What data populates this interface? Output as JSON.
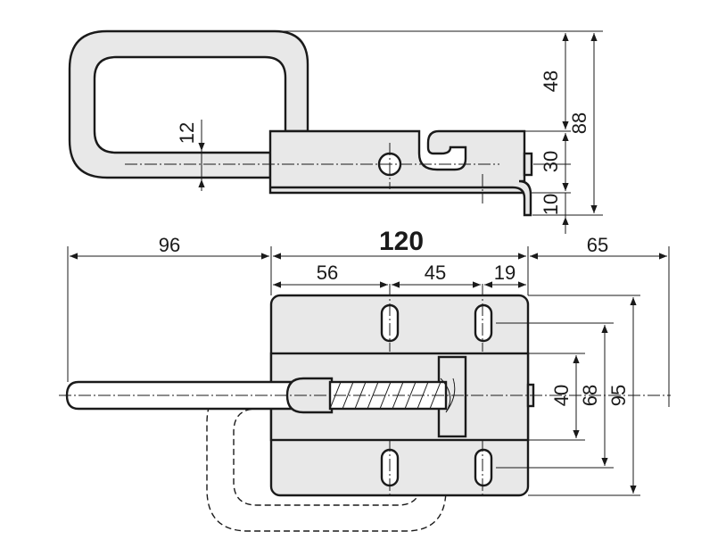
{
  "drawing": {
    "dimensions": {
      "d48": "48",
      "d88": "88",
      "d12": "12",
      "d30": "30",
      "d10": "10",
      "d96": "96",
      "d120": "120",
      "d65": "65",
      "d56": "56",
      "d45": "45",
      "d19": "19",
      "d40": "40",
      "d68": "68",
      "d95": "95"
    }
  }
}
